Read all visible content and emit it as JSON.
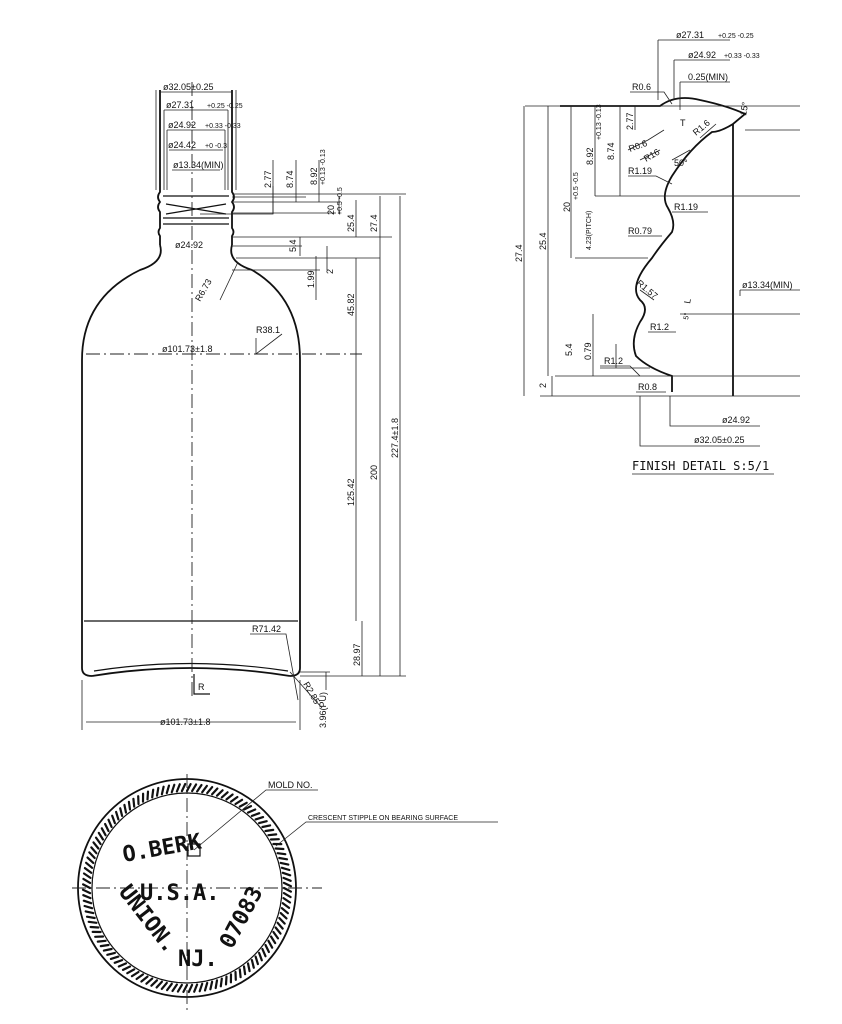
{
  "bottle_view": {
    "neck": {
      "d_outer": "ø32.05±0.25",
      "d_thread": "ø27.31",
      "d_thread_tol": "+0.25 -0.25",
      "d_root": "ø24.92",
      "d_root_tol": "+0.33 -0.33",
      "d_bead": "ø24.42",
      "d_bead_tol": "+0 -0.3",
      "d_bore": "ø13.34(MIN)",
      "d_base": "ø24.92"
    },
    "heights": {
      "h_277": "2.77",
      "h_874": "8.74",
      "h_892": "8.92",
      "h_892_tol": "+0.13 -0.13",
      "h_20": "20",
      "h_20_tol": "+0.5 -0.5",
      "h_254": "25.4",
      "h_274": "27.4",
      "h_54": "5.4",
      "h_2": "2",
      "h_199": "1.99",
      "h_4582": "45.82",
      "h_12542": "125.42",
      "h_200": "200",
      "h_2274": "227.4±1.8",
      "h_2897": "28.97",
      "h_396": "3.96(PU)"
    },
    "radii": {
      "r_673": "R6.73",
      "r_381": "R38.1",
      "r_7142": "R71.42",
      "r_285": "R2.85"
    },
    "body_diameter": "ø101.73±1.8",
    "base_diameter": "ø101.73±1.8",
    "r_mark": "R"
  },
  "finish_detail": {
    "caption": "FINISH DETAIL S:5/1",
    "d_thread": "ø27.31",
    "d_thread_tol": "+0.25 -0.25",
    "d_root": "ø24.92",
    "d_root_tol": "+0.33 -0.33",
    "min_025": "0.25(MIN)",
    "r_06_top": "R0.6",
    "r_06": "R0.6",
    "r_16": "R1.6",
    "r_16b": "R16",
    "r_119a": "R1.19",
    "r_119b": "R1.19",
    "r_079": "R0.79",
    "r_157": "R1.57",
    "r_12a": "R1.2",
    "r_12b": "R1.2",
    "r_08": "R0.8",
    "t_mark": "T",
    "l_mark": "L",
    "angle_15": "15°",
    "angle_50": "50°",
    "angle_5": "5°",
    "h_277": "2.77",
    "h_892": "8.92",
    "h_892_tol": "+0.13 -0.13",
    "h_874": "8.74",
    "h_20": "20",
    "h_20_tol": "+0.5 -0.5",
    "h_pitch": "4.23(PITCH)",
    "h_274": "27.4",
    "h_254": "25.4",
    "h_54": "5.4",
    "h_079": "0.79",
    "h_2": "2",
    "d_bore": "ø13.34(MIN)",
    "d_root_bottom": "ø24.92",
    "d_outer": "ø32.05±0.25"
  },
  "base_view": {
    "mold_label": "MOLD NO.",
    "stipple_label": "CRESCENT STIPPLE ON BEARING SURFACE",
    "emboss_top": "O.BERK",
    "emboss_mid": "U.S.A.",
    "emboss_left": "UNION.",
    "emboss_bottom": "NJ.",
    "emboss_right": "07083"
  }
}
